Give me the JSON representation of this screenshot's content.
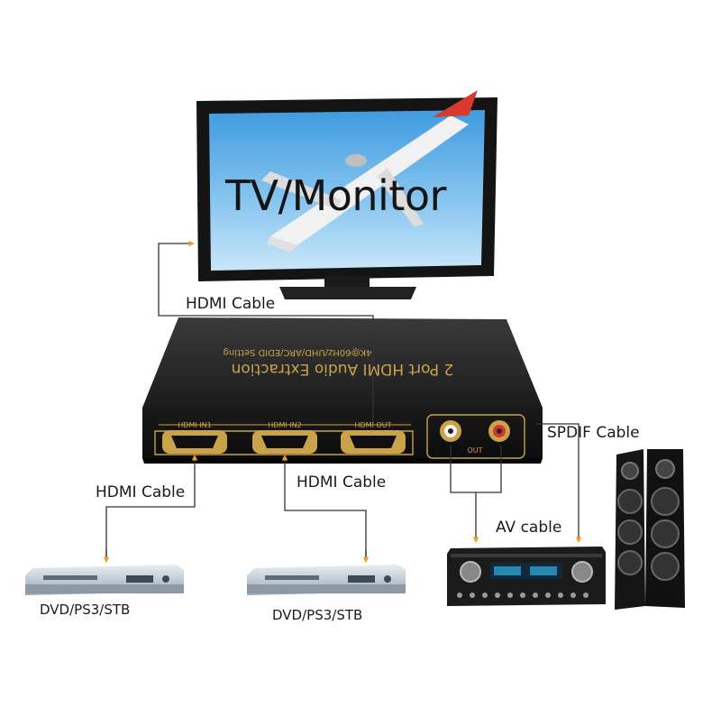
{
  "tv": {
    "title": "TV/Monitor"
  },
  "extractor": {
    "title": "2 Port HDMI Audio Extraction",
    "subtitle": "4K@60Hz/UHD/ARC/EDID Setting",
    "ports": {
      "in1": "HDMI IN1",
      "in2": "HDMI IN2",
      "out": "HDMI OUT",
      "audio_out": "OUT"
    }
  },
  "labels": {
    "hdmi_cable_top": "HDMI Cable",
    "hdmi_cable_left": "HDMI Cable",
    "hdmi_cable_mid": "HDMI Cable",
    "spdif_cable": "SPDIF Cable",
    "av_cable": "AV cable",
    "dvd_left": "DVD/PS3/STB",
    "dvd_right": "DVD/PS3/STB"
  },
  "colors": {
    "arrow": "#f29c1f",
    "wire": "#333333",
    "gold": "#c9a24a"
  }
}
